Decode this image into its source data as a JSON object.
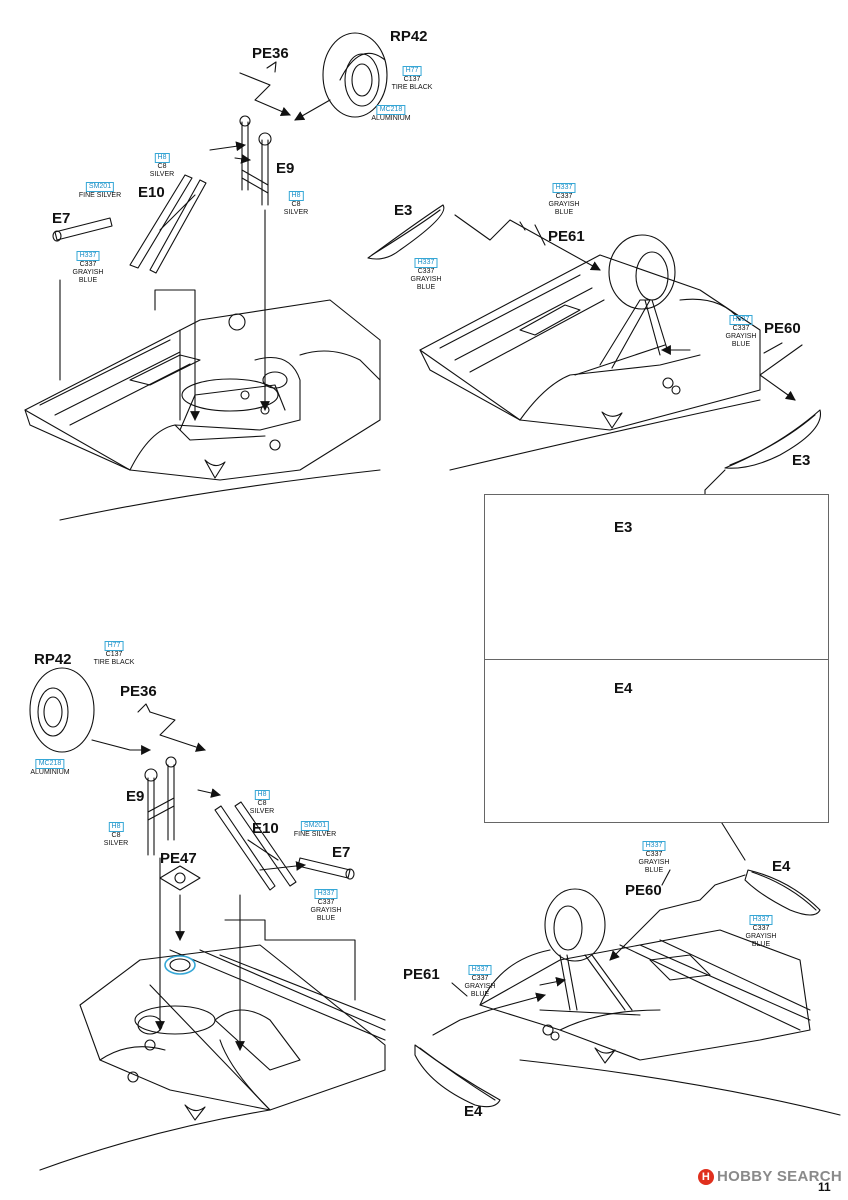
{
  "labels": {
    "pe36_top": "PE36",
    "rp42_top": "RP42",
    "e9_top": "E9",
    "e10_top": "E10",
    "e7_top": "E7",
    "e3_top": "E3",
    "pe61_top": "PE61",
    "pe60_top": "PE60",
    "e3_right": "E3",
    "e3_inset": "E3",
    "e4_inset": "E4",
    "rp42_bottom": "RP42",
    "pe36_bottom": "PE36",
    "e9_bottom": "E9",
    "e10_bottom": "E10",
    "pe47": "PE47",
    "e7_bottom": "E7",
    "e4_right": "E4",
    "pe60_bottom": "PE60",
    "pe61_bottom": "PE61",
    "e4_bottom": "E4"
  },
  "paints": {
    "tire_top": {
      "code": "H77",
      "l1": "C137",
      "l2": "TIRE BLACK"
    },
    "alu_top": {
      "code": "MC218",
      "l1": "ALUMINIUM"
    },
    "silver_e10_top": {
      "code": "H8",
      "l1": "C8",
      "l2": "SILVER"
    },
    "fine_silver_top": {
      "code": "SM201",
      "l1": "FINE SILVER"
    },
    "silver_e9_top": {
      "code": "H8",
      "l1": "C8",
      "l2": "SILVER"
    },
    "grayblue_e7_top": {
      "code": "H337",
      "l1": "C337",
      "l2": "GRAYISH",
      "l3": "BLUE"
    },
    "grayblue_pe61_top": {
      "code": "H337",
      "l1": "C337",
      "l2": "GRAYISH",
      "l3": "BLUE"
    },
    "grayblue_e3_top": {
      "code": "H337",
      "l1": "C337",
      "l2": "GRAYISH",
      "l3": "BLUE"
    },
    "grayblue_pe60_top": {
      "code": "H337",
      "l1": "C337",
      "l2": "GRAYISH",
      "l3": "BLUE"
    },
    "tire_bottom": {
      "code": "H77",
      "l1": "C137",
      "l2": "TIRE BLACK"
    },
    "alu_bottom": {
      "code": "MC218",
      "l1": "ALUMINIUM"
    },
    "silver_e9_bottom": {
      "code": "H8",
      "l1": "C8",
      "l2": "SILVER"
    },
    "silver_e10_bottom": {
      "code": "H8",
      "l1": "C8",
      "l2": "SILVER"
    },
    "fine_silver_bottom": {
      "code": "SM201",
      "l1": "FINE SILVER"
    },
    "grayblue_e7_bottom": {
      "code": "H337",
      "l1": "C337",
      "l2": "GRAYISH",
      "l3": "BLUE"
    },
    "grayblue_pe60_bottom": {
      "code": "H337",
      "l1": "C337",
      "l2": "GRAYISH",
      "l3": "BLUE"
    },
    "grayblue_e4_bottom": {
      "code": "H337",
      "l1": "C337",
      "l2": "GRAYISH",
      "l3": "BLUE"
    },
    "grayblue_pe61_bottom": {
      "code": "H337",
      "l1": "C337",
      "l2": "GRAYISH",
      "l3": "BLUE"
    }
  },
  "footer": {
    "logo": "HOBBY SEARCH",
    "logo_badge": "H",
    "page_number": "11"
  },
  "colors": {
    "line": "#111111",
    "paint_code": "#1d8fc7",
    "highlight_red": "#d6281e",
    "highlight_blue": "#35a7d6"
  }
}
